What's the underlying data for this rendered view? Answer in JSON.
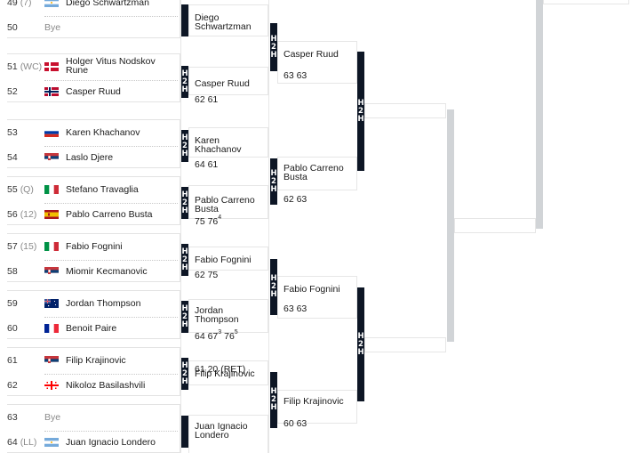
{
  "draw": {
    "round1": [
      {
        "players": [
          {
            "seed": "49",
            "tag": "(7)",
            "country": "argentina",
            "name": "Diego Schwartzman"
          },
          {
            "seed": "50",
            "tag": "",
            "country": "",
            "name": "Bye",
            "bye": true
          }
        ],
        "winner": {
          "name": "Diego Schwartzman",
          "score": ""
        }
      },
      {
        "players": [
          {
            "seed": "51",
            "tag": "(WC)",
            "country": "denmark",
            "name": "Holger Vitus Nodskov Rune"
          },
          {
            "seed": "52",
            "tag": "",
            "country": "norway",
            "name": "Casper Ruud"
          }
        ],
        "winner": {
          "name": "Casper Ruud",
          "score": "62 61"
        }
      },
      {
        "players": [
          {
            "seed": "53",
            "tag": "",
            "country": "russia",
            "name": "Karen Khachanov"
          },
          {
            "seed": "54",
            "tag": "",
            "country": "serbia",
            "name": "Laslo Djere"
          }
        ],
        "winner": {
          "name": "Karen Khachanov",
          "score": "64 61"
        }
      },
      {
        "players": [
          {
            "seed": "55",
            "tag": "(Q)",
            "country": "italy",
            "name": "Stefano Travaglia"
          },
          {
            "seed": "56",
            "tag": "(12)",
            "country": "spain",
            "name": "Pablo Carreno Busta"
          }
        ],
        "winner": {
          "name": "Pablo Carreno Busta",
          "score": "75 76",
          "score_sup": "4"
        }
      },
      {
        "players": [
          {
            "seed": "57",
            "tag": "(15)",
            "country": "italy",
            "name": "Fabio Fognini"
          },
          {
            "seed": "58",
            "tag": "",
            "country": "serbia",
            "name": "Miomir Kecmanovic"
          }
        ],
        "winner": {
          "name": "Fabio Fognini",
          "score": "62 75"
        }
      },
      {
        "players": [
          {
            "seed": "59",
            "tag": "",
            "country": "australia",
            "name": "Jordan Thompson"
          },
          {
            "seed": "60",
            "tag": "",
            "country": "france",
            "name": "Benoit Paire"
          }
        ],
        "winner": {
          "name": "Jordan Thompson",
          "score_parts": [
            "64 67",
            "3",
            " 76",
            "5"
          ]
        }
      },
      {
        "players": [
          {
            "seed": "61",
            "tag": "",
            "country": "serbia",
            "name": "Filip Krajinovic"
          },
          {
            "seed": "62",
            "tag": "",
            "country": "georgia",
            "name": "Nikoloz Basilashvili"
          }
        ],
        "winner": {
          "name": "Filip Krajinovic",
          "score": "61 20 (RET)"
        }
      },
      {
        "players": [
          {
            "seed": "63",
            "tag": "",
            "country": "",
            "name": "Bye",
            "bye": true
          },
          {
            "seed": "64",
            "tag": "(LL)",
            "country": "argentina",
            "name": "Juan Ignacio Londero"
          }
        ],
        "winner": {
          "name": "Juan Ignacio Londero",
          "score": ""
        }
      }
    ],
    "round3": [
      {
        "name": "Casper Ruud",
        "score": "63 63"
      },
      {
        "name": "Pablo Carreno Busta",
        "score": "62 63"
      },
      {
        "name": "Fabio Fognini",
        "score": "63 63"
      },
      {
        "name": "Filip Krajinovic",
        "score": "60 63"
      }
    ],
    "h2h_label": [
      "H",
      "2",
      "H"
    ]
  },
  "colors": {
    "h2h_badge": "#0d1625",
    "connector_bar": "#d1d4d7",
    "border": "#e6e6e6",
    "seed_tag": "#8a8a8a"
  }
}
